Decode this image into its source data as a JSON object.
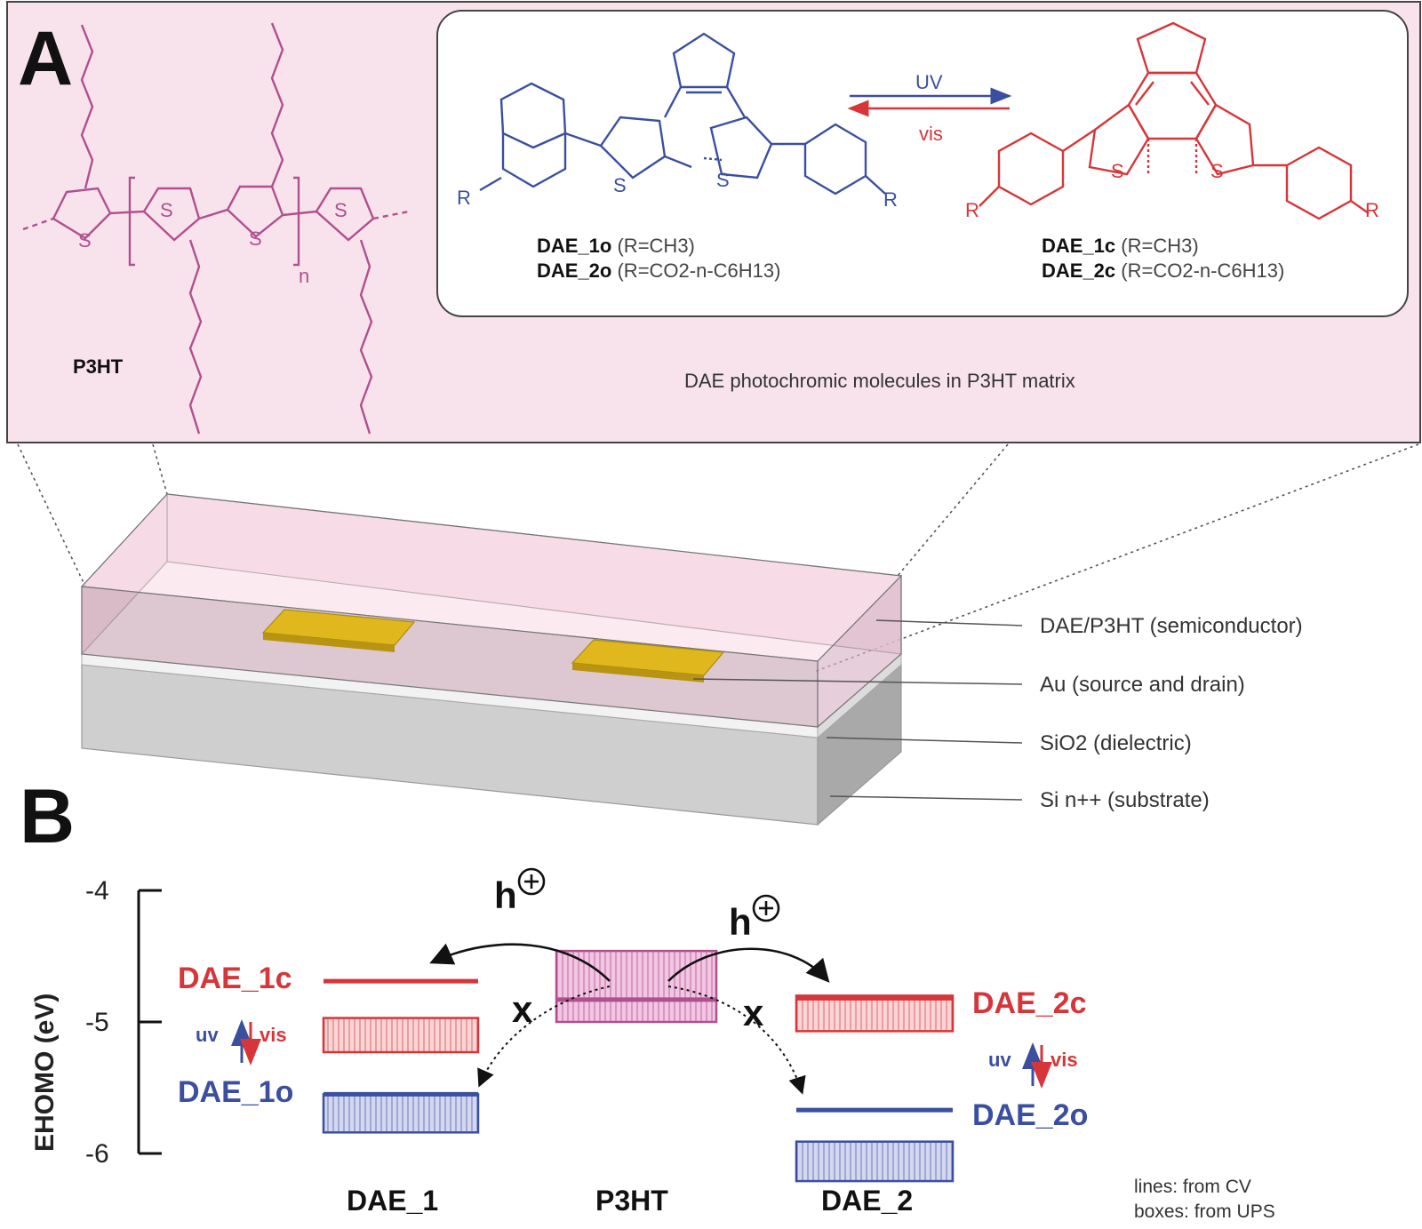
{
  "panel_a": {
    "letter": "A",
    "p3ht_label": "P3HT",
    "subscript_n": "n",
    "sulfur": "S",
    "r_group": "R",
    "uv_label": "UV",
    "vis_label": "vis",
    "dae_1o_name": "DAE_1o",
    "dae_1o_sub": "(R=CH3)",
    "dae_2o_name": "DAE_2o",
    "dae_2o_sub": "(R=CO2-n-C6H13)",
    "dae_1c_name": "DAE_1c",
    "dae_1c_sub": "(R=CH3)",
    "dae_2c_name": "DAE_2c",
    "dae_2c_sub": "(R=CO2-n-C6H13)",
    "caption": "DAE photochromic molecules in P3HT matrix",
    "layers": [
      "DAE/P3HT (semiconductor)",
      "Au (source and drain)",
      "SiO2 (dielectric)",
      "Si n++ (substrate)"
    ],
    "colors": {
      "p3ht": "#b0508f",
      "open_form": "#3b4fa0",
      "closed_form": "#d6363a",
      "gold": "#e0b81e",
      "pink_bg": "#f8e3ec"
    }
  },
  "panel_b": {
    "letter": "B",
    "y_axis_label": "EHOMO (eV)",
    "y_ticks": [
      "-4",
      "-5",
      "-6"
    ],
    "hole_label": "h",
    "blocked_mark": "x",
    "uv": "uv",
    "vis": "vis",
    "categories": [
      "DAE_1",
      "P3HT",
      "DAE_2"
    ],
    "level_labels": {
      "dae_1c": "DAE_1c",
      "dae_1o": "DAE_1o",
      "dae_2c": "DAE_2c",
      "dae_2o": "DAE_2o"
    },
    "note_lines": "lines: from CV",
    "note_boxes": "boxes: from UPS"
  },
  "chart_data": {
    "type": "energy-level diagram",
    "ylabel": "EHOMO (eV)",
    "ylim": [
      -6,
      -4
    ],
    "categories": [
      "DAE_1",
      "P3HT",
      "DAE_2"
    ],
    "series": [
      {
        "name": "lines: from CV",
        "levels": [
          {
            "species": "DAE_1c",
            "value": -4.69
          },
          {
            "species": "DAE_1o",
            "value": -5.55
          },
          {
            "species": "P3HT",
            "value": -4.83
          },
          {
            "species": "DAE_2c",
            "value": -4.82
          },
          {
            "species": "DAE_2o",
            "value": -5.67
          }
        ]
      },
      {
        "name": "boxes: from UPS",
        "ranges": [
          {
            "species": "DAE_1c",
            "from": -4.97,
            "to": -5.23
          },
          {
            "species": "DAE_1o",
            "from": -5.55,
            "to": -5.84
          },
          {
            "species": "P3HT",
            "from": -4.46,
            "to": -5.0
          },
          {
            "species": "DAE_2c",
            "from": -4.8,
            "to": -5.07
          },
          {
            "species": "DAE_2o",
            "from": -5.91,
            "to": -6.21
          }
        ]
      }
    ]
  }
}
